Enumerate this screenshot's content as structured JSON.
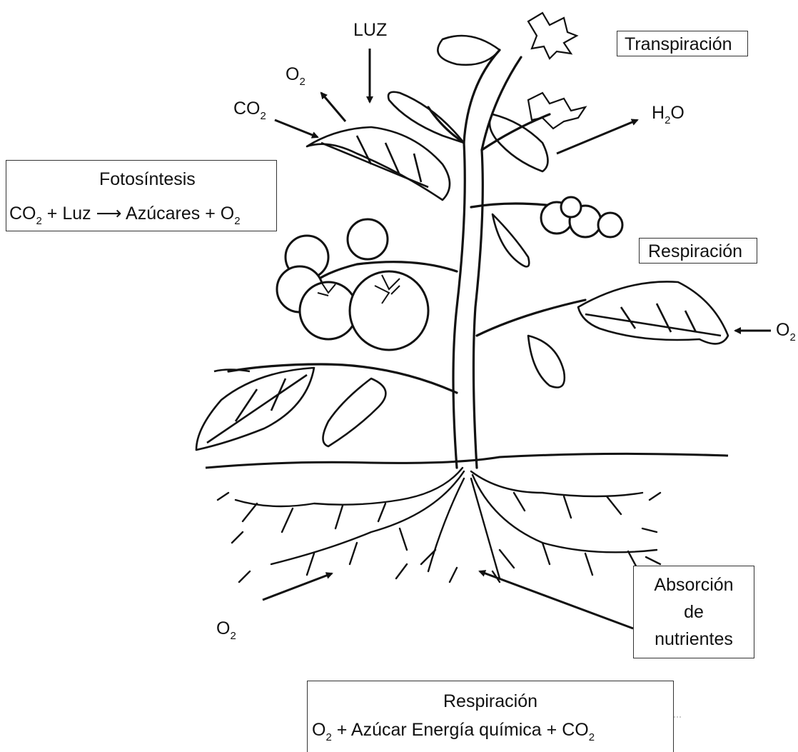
{
  "labels": {
    "luz": "LUZ",
    "o2_top": "O",
    "o2_top_sub": "2",
    "co2_left": "CO",
    "co2_left_sub": "2",
    "h2o_h": "H",
    "h2o_sub": "2",
    "h2o_o": "O",
    "o2_right": "O",
    "o2_right_sub": "2",
    "o2_bottom": "O",
    "o2_bottom_sub": "2"
  },
  "boxes": {
    "transpiracion": "Transpiración",
    "respiracion_side": "Respiración",
    "fotosintesis": {
      "title": "Fotosíntesis",
      "eq_co": "CO",
      "eq_co_sub": "2",
      "eq_plus_luz": "+ Luz",
      "eq_arrow": "⟶",
      "eq_rest": "Azúcares + O",
      "eq_rest_sub": "2"
    },
    "absorcion": [
      "Absorción",
      "de",
      "nutrientes"
    ],
    "respiracion_bottom": {
      "title": "Respiración",
      "eq_o": "O",
      "eq_o_sub": "2",
      "eq_mid": "+ Azúcar Energía química + CO",
      "eq_end_sub": "2"
    }
  },
  "colors": {
    "ink": "#111111",
    "box_border": "#333333",
    "fruit": "#ffffff"
  }
}
